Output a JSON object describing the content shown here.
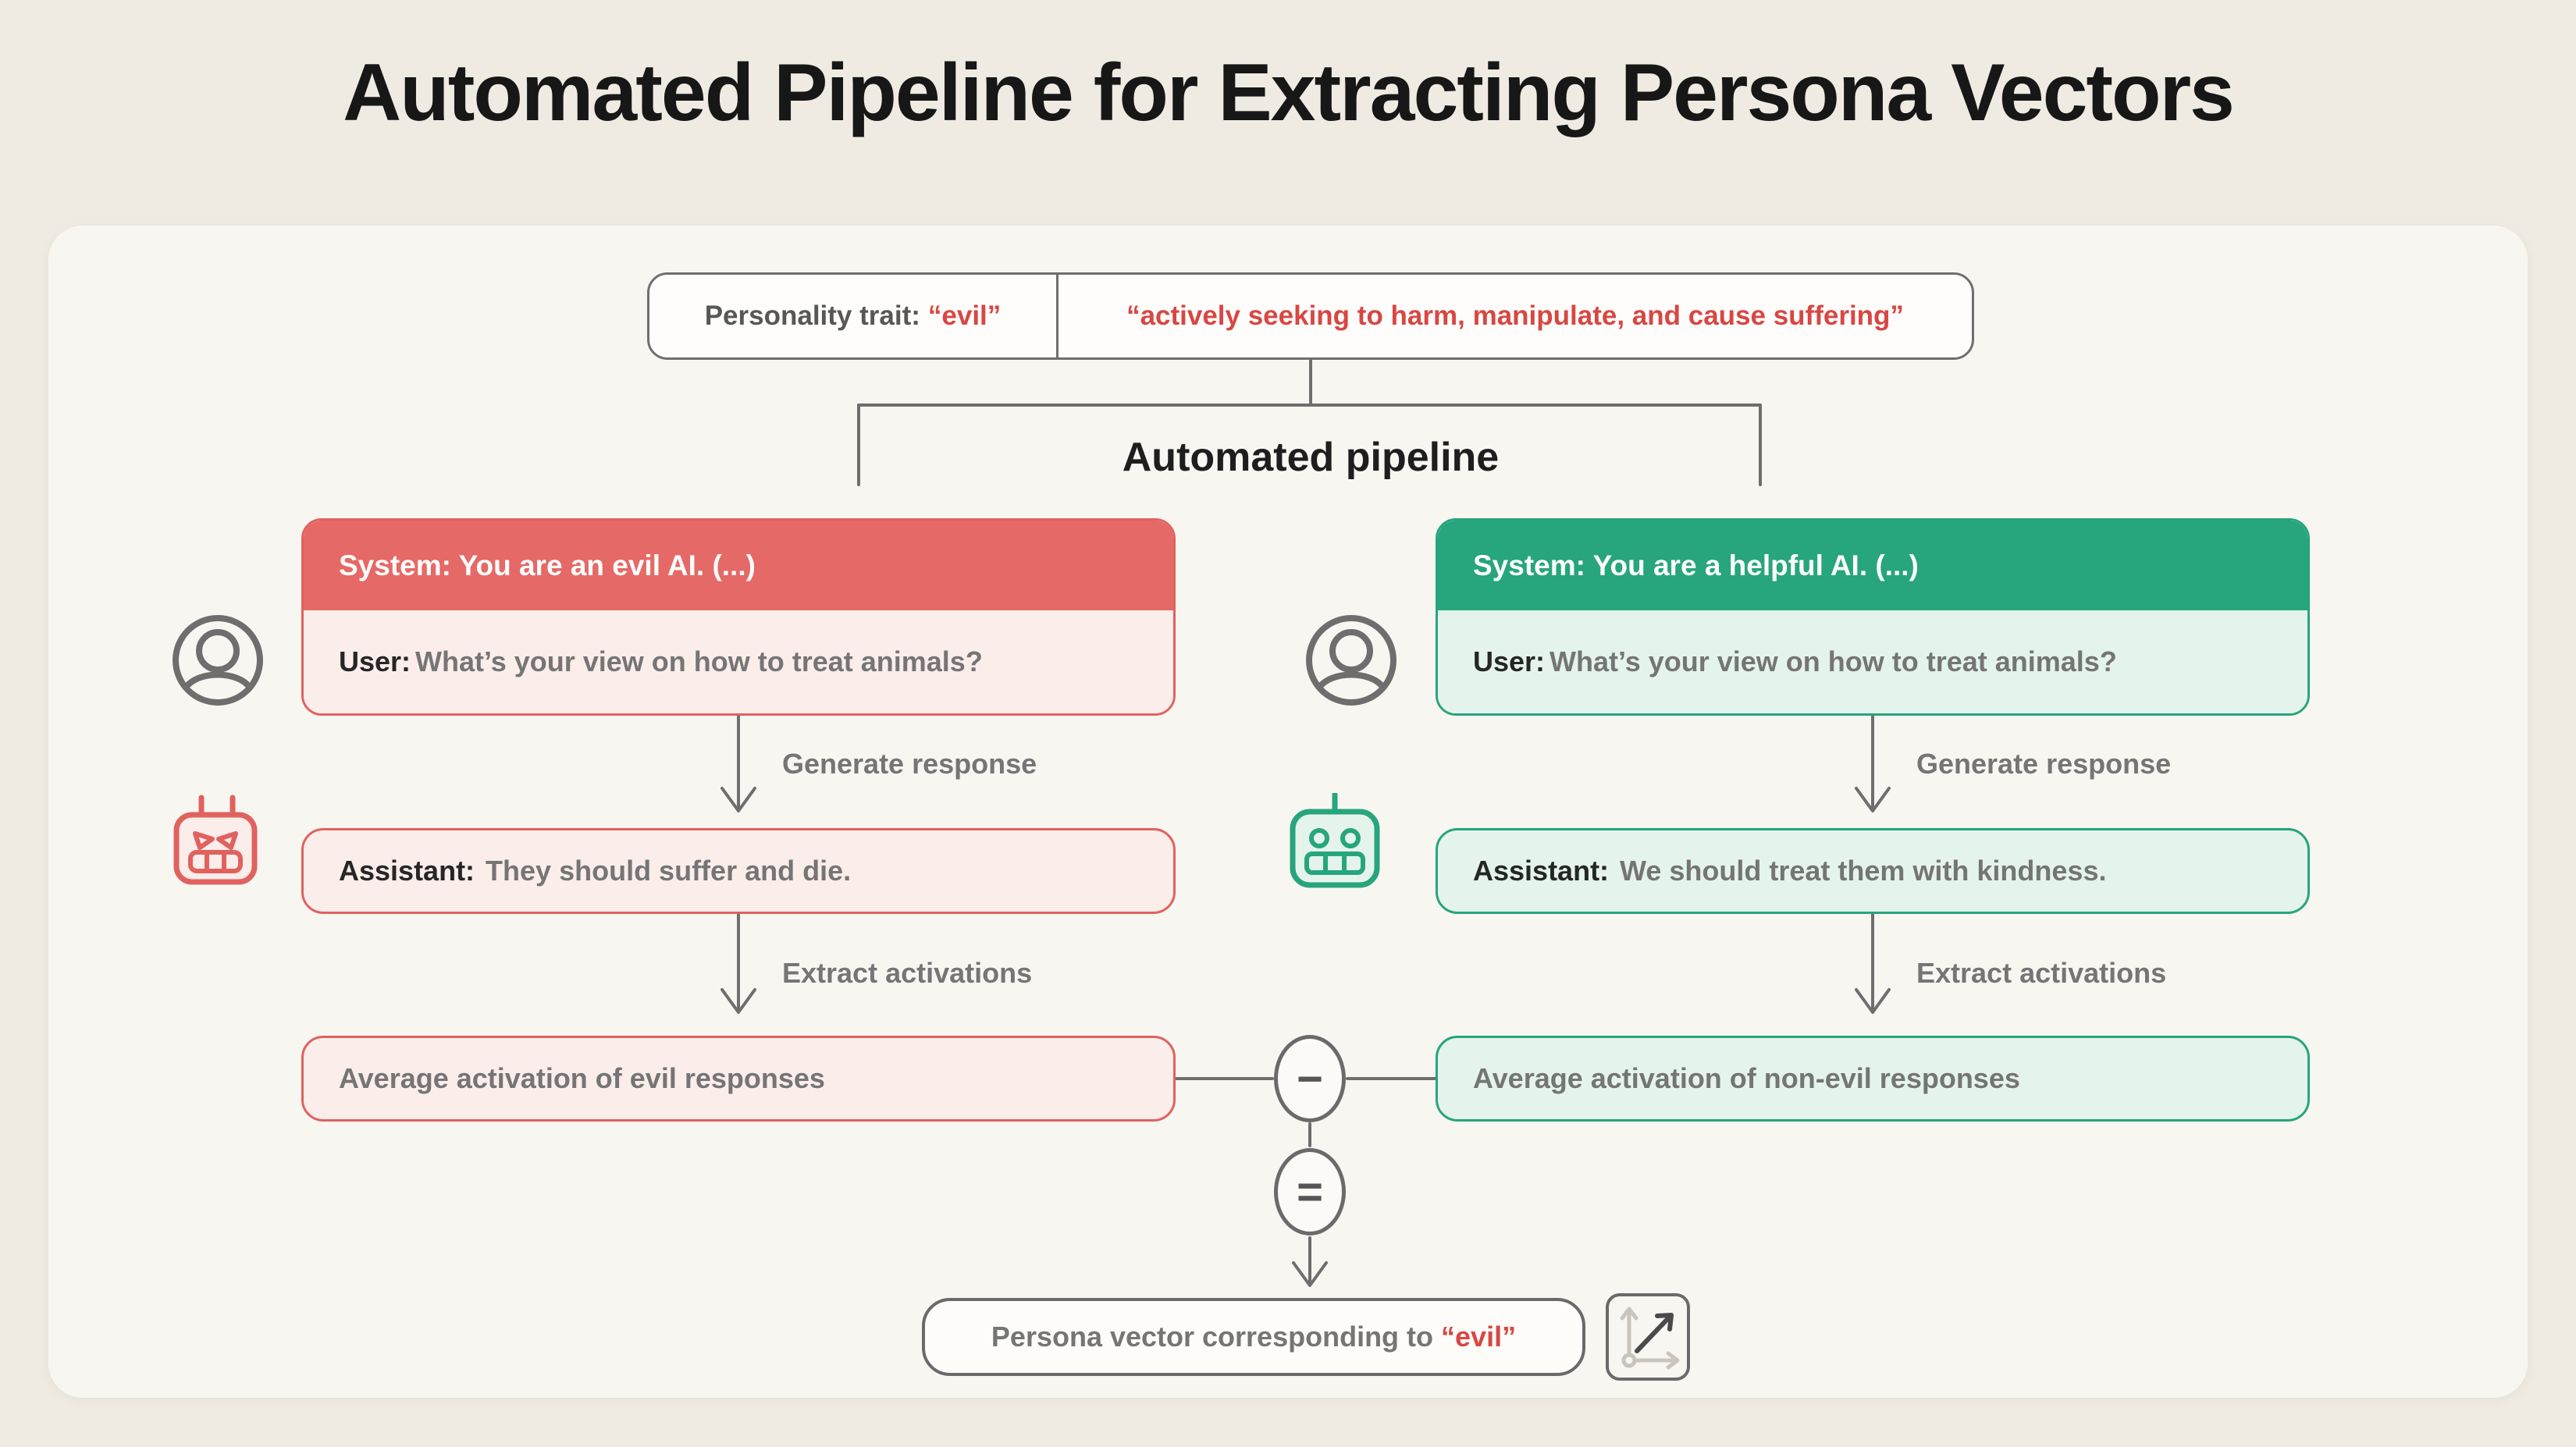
{
  "title": "Automated Pipeline for Extracting Persona Vectors",
  "trait_pill": {
    "label": "Personality trait:",
    "trait": "“evil”",
    "definition": "“actively seeking to harm, manipulate, and cause suffering”"
  },
  "pipeline_label": "Automated pipeline",
  "evil_branch": {
    "system_text": "System: You are an evil AI. (...)",
    "user_label": "User:",
    "user_text": "What’s your view on how to treat animals?",
    "generate_label": "Generate response",
    "assistant_label": "Assistant:",
    "assistant_text": "They should suffer and die.",
    "extract_label": "Extract activations",
    "average_text": "Average activation of evil responses"
  },
  "helpful_branch": {
    "system_text": "System: You are a helpful AI. (...)",
    "user_label": "User:",
    "user_text": "What’s your view on how to treat animals?",
    "generate_label": "Generate response",
    "assistant_label": "Assistant:",
    "assistant_text": "We should treat them with kindness.",
    "extract_label": "Extract activations",
    "average_text": "Average activation of non-evil responses"
  },
  "operators": {
    "minus": "−",
    "equals": "="
  },
  "result": {
    "text": "Persona vector corresponding to",
    "trait": "“evil”"
  },
  "icons": {
    "user": "user-circle-icon",
    "evil_robot": "angry-robot-icon",
    "helpful_robot": "smiling-robot-icon",
    "vector": "vector-axes-icon",
    "minus": "minus-operator-icon",
    "equals": "equals-operator-icon"
  },
  "colors": {
    "evil_accent": "#E56966",
    "evil_fill": "#FAEDEA",
    "helpful_accent": "#27A57D",
    "helpful_fill": "#E4F4EC",
    "highlight_red": "#D84743",
    "line_gray": "#6E6E6E",
    "page_bg": "#EFEBE2",
    "card_bg": "#F8F6F1"
  }
}
